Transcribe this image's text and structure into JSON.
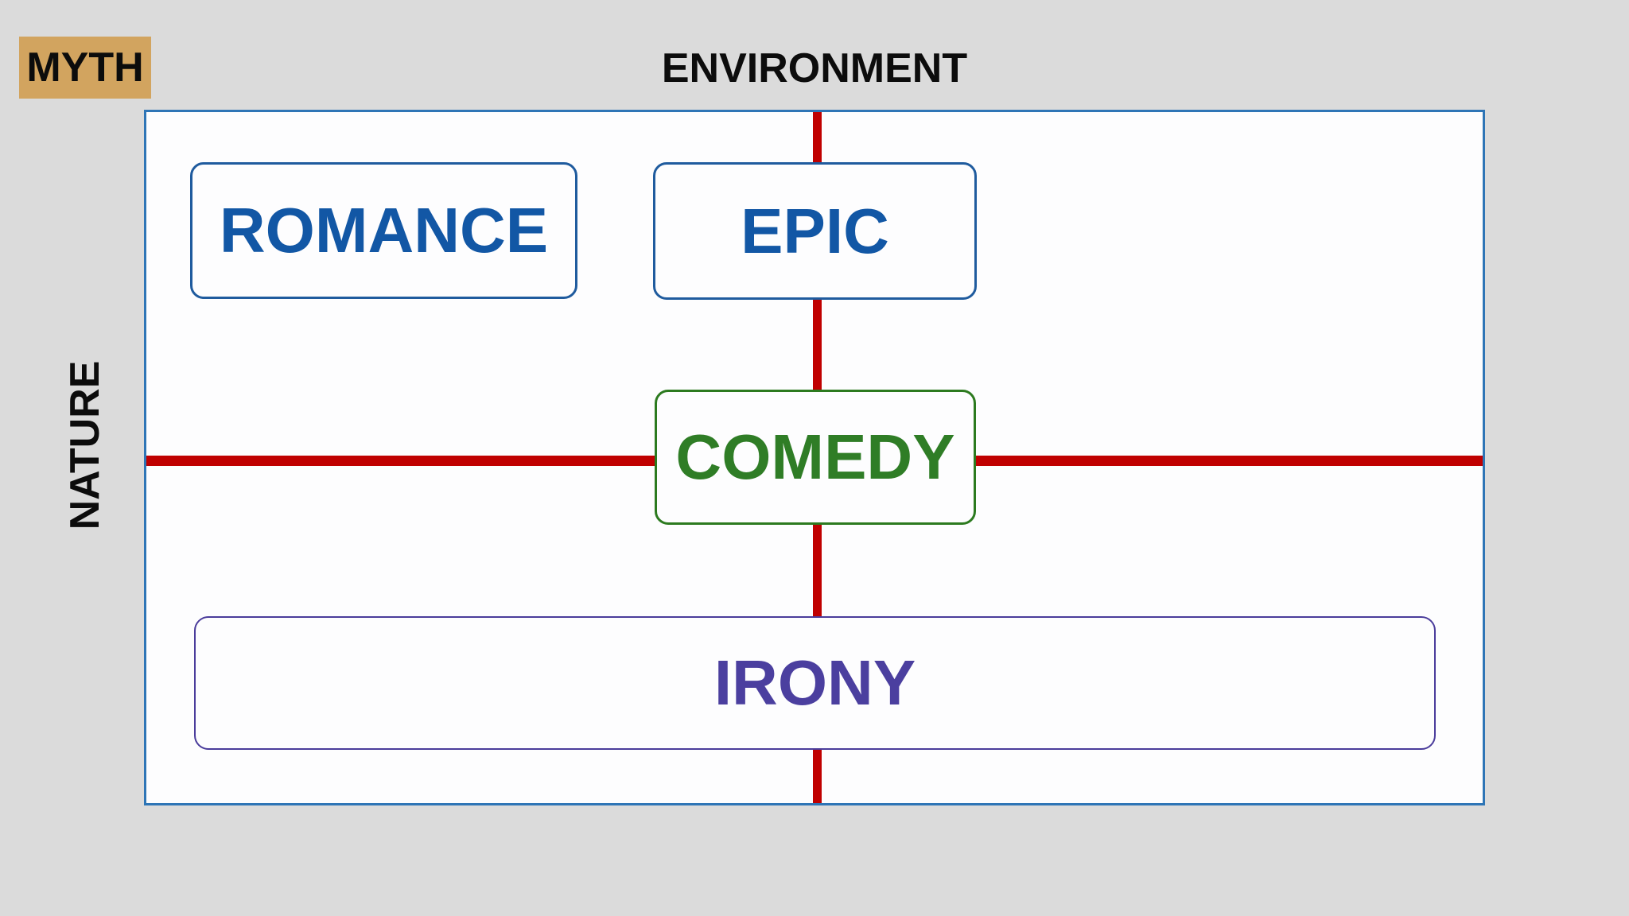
{
  "diagram": {
    "title_tag": "MYTH",
    "axes": {
      "top_label": "ENVIRONMENT",
      "left_label": "NATURE"
    },
    "boxes": {
      "romance": {
        "label": "ROMANCE",
        "text_color": "#1257a5",
        "border_color": "#1f5b9e",
        "quadrant": "top-left"
      },
      "epic": {
        "label": "EPIC",
        "text_color": "#1257a5",
        "border_color": "#1f5b9e",
        "quadrant": "top-center"
      },
      "comedy": {
        "label": "COMEDY",
        "text_color": "#2f7d26",
        "border_color": "#2c7a1f",
        "quadrant": "center"
      },
      "irony": {
        "label": "IRONY",
        "text_color": "#4b3f9f",
        "border_color": "#4a3c9b",
        "quadrant": "bottom-span"
      }
    },
    "colors": {
      "page_background": "#dbdbdb",
      "myth_tag_background": "#d2a45f",
      "field_background": "#fdfdfe",
      "field_border": "#2e75b6",
      "axis_lines": "#c00000",
      "axis_text": "#0c0c0c"
    }
  }
}
